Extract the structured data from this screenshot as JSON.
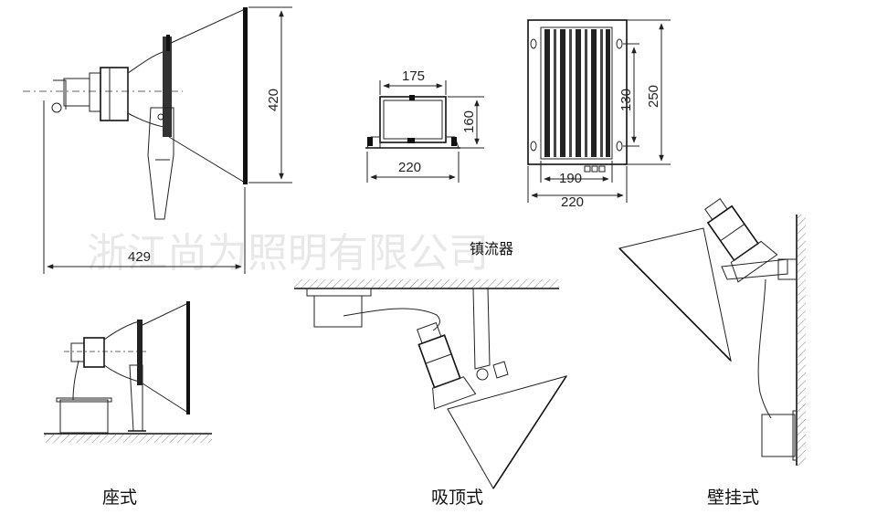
{
  "watermark": "浙江尚为照明有限公司",
  "dimensions": {
    "lamp_height": "420",
    "lamp_length": "429",
    "bracket_width": "175",
    "bracket_height": "160",
    "bracket_base": "220",
    "ballast_inner_height": "130",
    "ballast_height": "250",
    "ballast_inner_width": "190",
    "ballast_width": "220"
  },
  "labels": {
    "ballast": "镇流器",
    "floor_mount": "座式",
    "ceiling_mount": "吸顶式",
    "wall_mount": "壁挂式"
  }
}
